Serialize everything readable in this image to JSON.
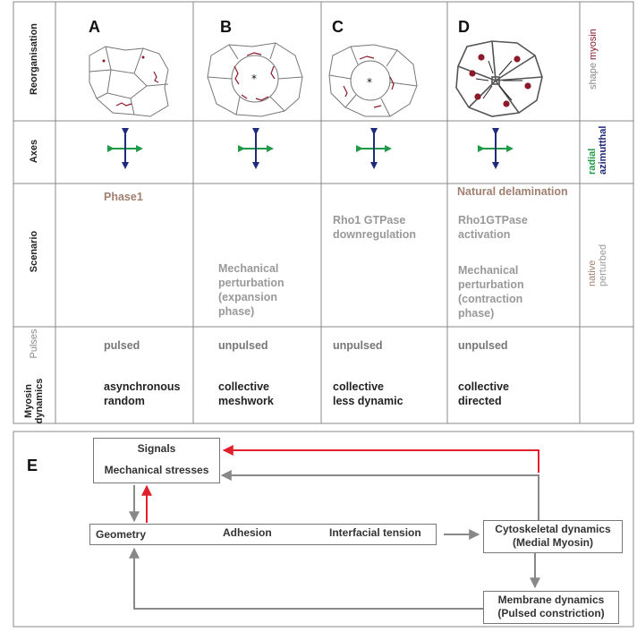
{
  "rows": {
    "reorganisation": "Reorganisation",
    "axes": "Axes",
    "scenario": "Scenario",
    "pulses": "Pulses",
    "myosin_dynamics": "Myosin dynamics"
  },
  "columns": [
    {
      "letter": "A",
      "scenario": "Phase1",
      "pulses": "pulsed",
      "dynamics": [
        "asynchronous",
        "random"
      ]
    },
    {
      "letter": "B",
      "scenario": [
        "Mechanical",
        "perturbation",
        "(expansion",
        "phase)"
      ],
      "pulses": "unpulsed",
      "dynamics": [
        "collective",
        "meshwork"
      ]
    },
    {
      "letter": "C",
      "scenario": [
        "Rho1 GTPase",
        "downregulation"
      ],
      "pulses": "unpulsed",
      "dynamics": [
        "collective",
        "less dynamic"
      ]
    },
    {
      "letter": "D",
      "scenario_native": "Natural delamination",
      "scenario": [
        "Rho1GTPase",
        "activation",
        "",
        "Mechanical",
        "perturbation",
        "(contraction",
        "phase)"
      ],
      "pulses": "unpulsed",
      "dynamics": [
        "collective",
        "directed"
      ]
    }
  ],
  "legends": {
    "shape": "shape",
    "myosin": "myosin",
    "radial": "radial",
    "azimutthal": "azimutthal",
    "native": "native",
    "perturbed": "perturbed"
  },
  "flow": {
    "label": "E",
    "signals": "Signals",
    "mechanical_stresses": "Mechanical stresses",
    "geometry": "Geometry",
    "adhesion": "Adhesion",
    "interfacial_tension": "Interfacial tension",
    "cytoskeletal_1": "Cytoskeletal dynamics",
    "cytoskeletal_2": "(Medial Myosin)",
    "membrane_1": "Membrane dynamics",
    "membrane_2": "(Pulsed constriction)"
  },
  "colors": {
    "myosin": "#8b1a2b",
    "radial": "#1f9a48",
    "azimuthal": "#1f2a7a",
    "native": "#a08070",
    "perturbed": "#999999",
    "feedback": "#e0202a",
    "arrow": "#888888"
  }
}
